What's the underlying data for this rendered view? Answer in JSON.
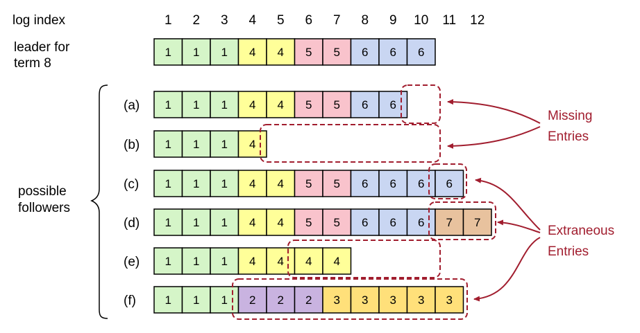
{
  "header": {
    "log_index_label": "log index",
    "indices": [
      "1",
      "2",
      "3",
      "4",
      "5",
      "6",
      "7",
      "8",
      "9",
      "10",
      "11",
      "12"
    ]
  },
  "leader": {
    "label_line1": "leader for",
    "label_line2": "term 8",
    "entries": [
      1,
      1,
      1,
      4,
      4,
      5,
      5,
      6,
      6,
      6
    ]
  },
  "followers": {
    "group_label_line1": "possible",
    "group_label_line2": "followers",
    "rows": [
      {
        "label": "(a)",
        "entries": [
          1,
          1,
          1,
          4,
          4,
          5,
          5,
          6,
          6
        ]
      },
      {
        "label": "(b)",
        "entries": [
          1,
          1,
          1,
          4
        ]
      },
      {
        "label": "(c)",
        "entries": [
          1,
          1,
          1,
          4,
          4,
          5,
          5,
          6,
          6,
          6,
          6
        ]
      },
      {
        "label": "(d)",
        "entries": [
          1,
          1,
          1,
          4,
          4,
          5,
          5,
          6,
          6,
          6,
          7,
          7
        ]
      },
      {
        "label": "(e)",
        "entries": [
          1,
          1,
          1,
          4,
          4,
          4,
          4
        ]
      },
      {
        "label": "(f)",
        "entries": [
          1,
          1,
          1,
          2,
          2,
          2,
          3,
          3,
          3,
          3,
          3
        ]
      }
    ]
  },
  "annotations": {
    "missing_line1": "Missing",
    "missing_line2": "Entries",
    "extraneous_line1": "Extraneous",
    "extraneous_line2": "Entries"
  },
  "term_colors": {
    "1": "#d5f5c8",
    "2": "#c9b3e0",
    "3": "#ffe07a",
    "4": "#ffff99",
    "5": "#f9c3cc",
    "6": "#c9d6f2",
    "7": "#e8c29e"
  },
  "accent_color": "#a11d2e"
}
